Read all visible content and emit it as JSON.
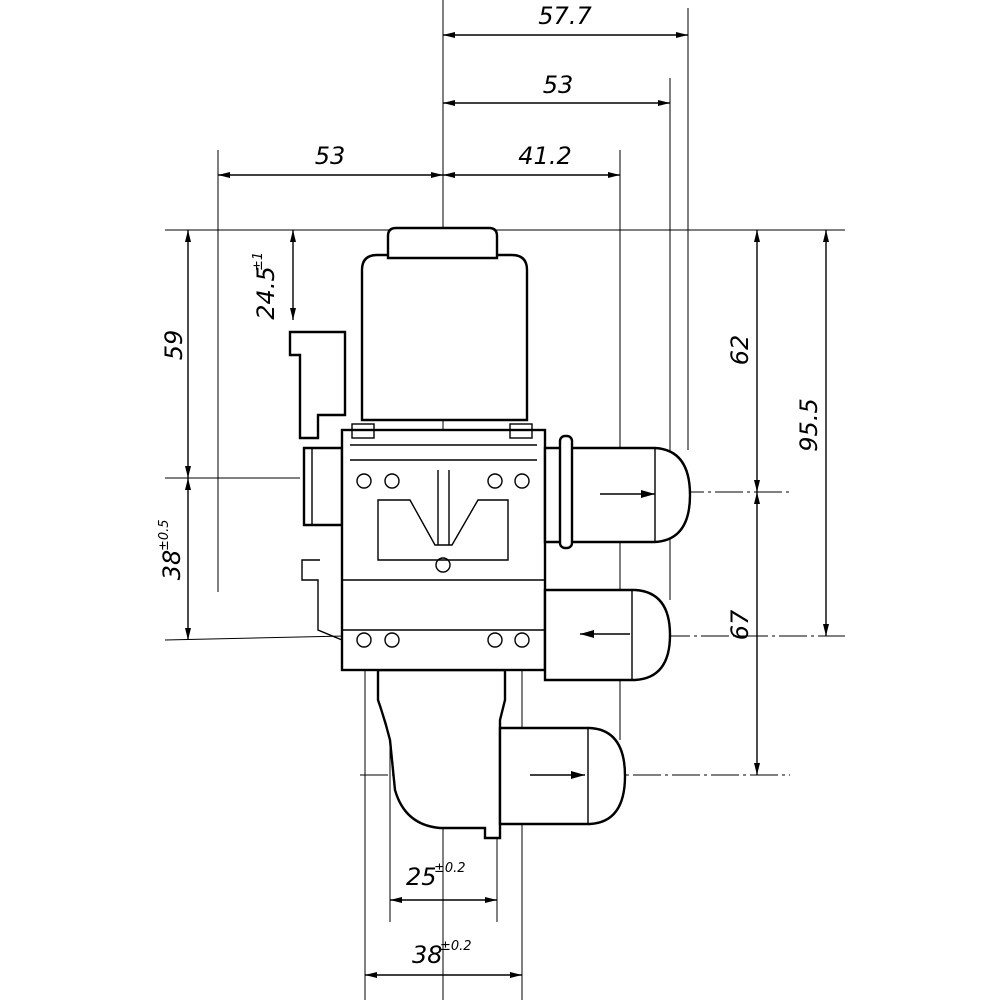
{
  "drawing": {
    "dimensions": {
      "width_total": "57.7",
      "width_outlet_53": "53",
      "width_left_53": "53",
      "width_41_2": "41.2",
      "height_59": "59",
      "height_24_5": "24.5",
      "height_24_5_tol": "±1",
      "height_62": "62",
      "height_95_5": "95.5",
      "height_38": "38",
      "height_38_tol": "±0.5",
      "height_67": "67",
      "spacing_25": "25",
      "spacing_25_tol": "±0.2",
      "spacing_38": "38",
      "spacing_38_tol": "±0.2"
    }
  }
}
